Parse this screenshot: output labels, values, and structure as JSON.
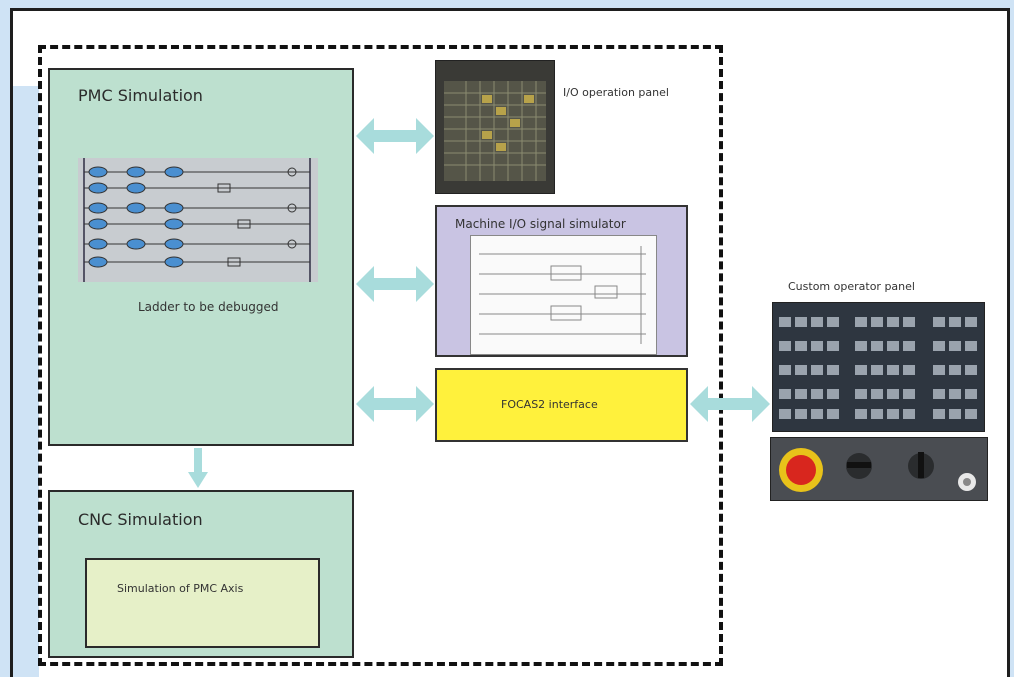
{
  "diagram": {
    "pmc_title": "PMC Simulation",
    "ladder_label": "Ladder to be debugged",
    "cnc_title": "CNC Simulation",
    "pmc_axis_label": "Simulation of PMC Axis",
    "io_panel_label": "I/O operation panel",
    "signal_sim_title": "Machine I/O signal simulator",
    "focas_label": "FOCAS2 interface",
    "custom_panel_label": "Custom operator panel"
  },
  "colors": {
    "sim_box": "#bde0cf",
    "axis_box": "#e6f0c8",
    "signal_sim": "#c9c4e3",
    "focas": "#fff13c",
    "arrow": "#a8dcdc"
  }
}
